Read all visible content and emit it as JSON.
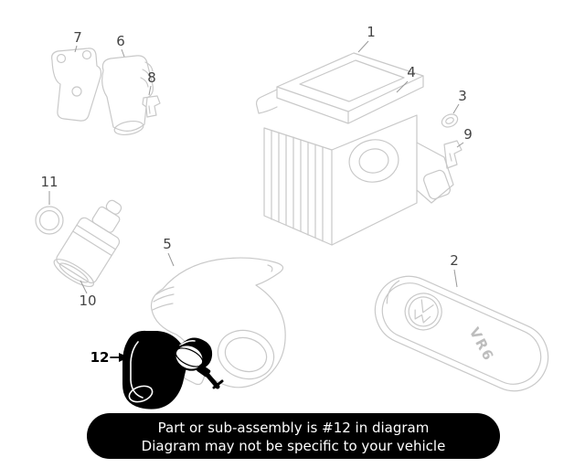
{
  "colors": {
    "background": "#ffffff",
    "line": "#c9c9c9",
    "leader": "#999999",
    "callout_text": "#444444",
    "highlight": "#000000",
    "banner_bg": "#000000",
    "banner_text": "#ffffff",
    "vr6_text": "#bdbdbd"
  },
  "callouts": {
    "c1": "1",
    "c2": "2",
    "c3": "3",
    "c4": "4",
    "c5": "5",
    "c6": "6",
    "c7": "7",
    "c8": "8",
    "c9": "9",
    "c10": "10",
    "c11": "11",
    "c12": "12"
  },
  "cover": {
    "badge": "VR6"
  },
  "banner": {
    "line1": "Part or sub-assembly is #12 in diagram",
    "line2": "Diagram may not be specific to your vehicle"
  }
}
